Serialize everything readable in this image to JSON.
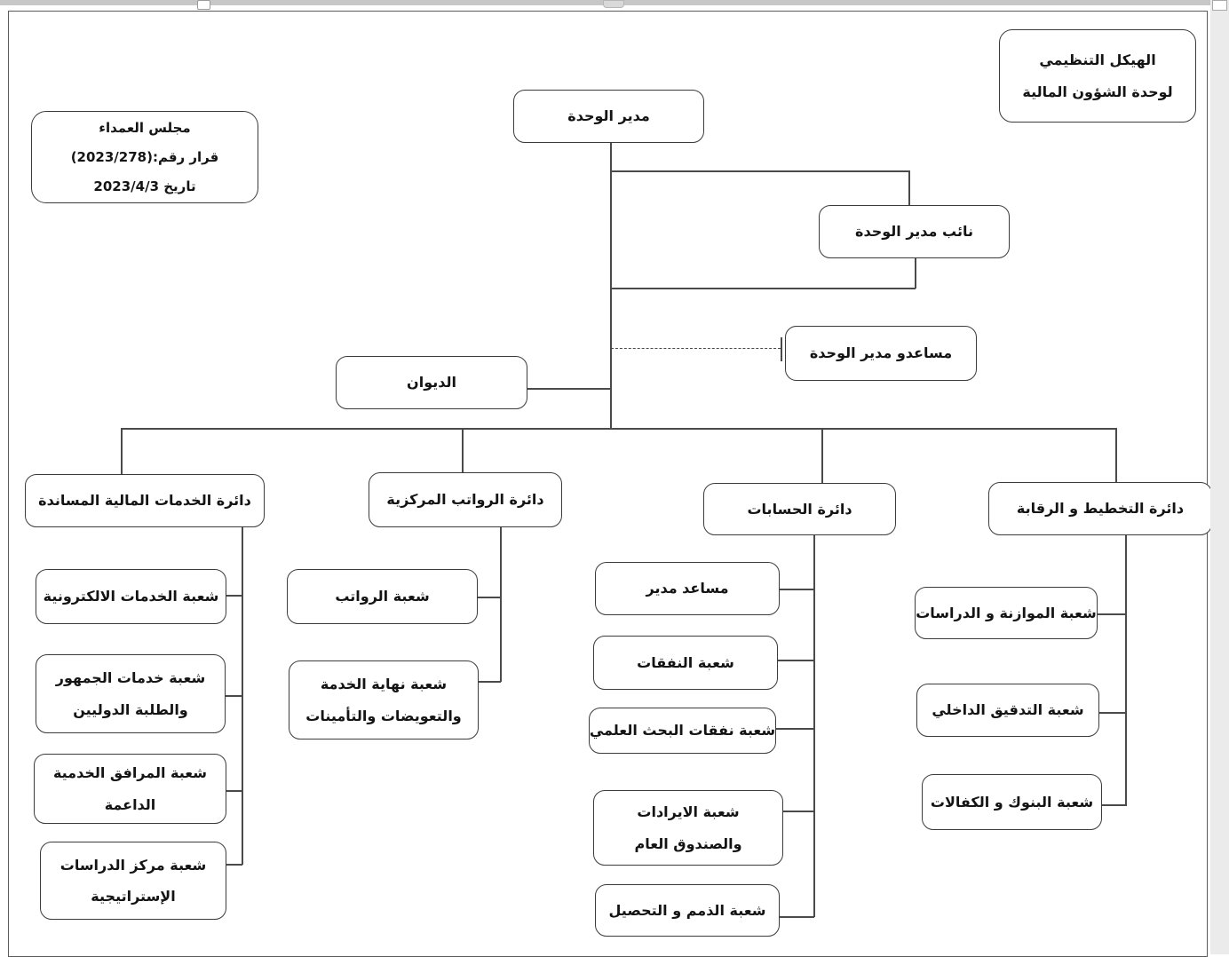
{
  "header": {
    "title_box": {
      "line1": "الهيكل التنظيمي",
      "line2": "لوحدة الشؤون المالية"
    },
    "decree_box": {
      "line1": "مجلس العمداء",
      "line2": "قرار رقم:(2023/278)",
      "line3": "تاريخ 2023/4/3"
    }
  },
  "org": {
    "manager": "مدير الوحدة",
    "deputy": "نائب مدير الوحدة",
    "assistants": "مساعدو مدير الوحدة",
    "diwan": "الديوان",
    "departments": [
      {
        "label": "دائرة الخدمات المالية المساندة",
        "children": [
          "شعبة الخدمات الالكترونية",
          "شعبة خدمات الجمهور والطلبة الدوليين",
          "شعبة المرافق الخدمية الداعمة",
          "شعبة مركز الدراسات الإستراتيجية"
        ]
      },
      {
        "label": "دائرة الرواتب المركزية",
        "children": [
          "شعبة الرواتب",
          "شعبة نهاية الخدمة والتعويضات والتأمينات"
        ]
      },
      {
        "label": "دائرة الحسابات",
        "children": [
          "مساعد مدير",
          "شعبة النفقات",
          "شعبة نفقات البحث العلمي",
          "شعبة الايرادات والصندوق العام",
          "شعبة الذمم و التحصيل"
        ]
      },
      {
        "label": "دائرة التخطيط و الرقابة",
        "children": [
          "شعبة الموازنة و الدراسات",
          "شعبة التدقيق الداخلي",
          "شعبة البنوك و الكفالات"
        ]
      }
    ]
  },
  "colors": {
    "line": "#4a4a4a",
    "box_border": "#3b3b3b",
    "box_bg": "#ffffff",
    "box_text": "#141414",
    "page_bg": "#ffffff",
    "chrome_top": "#c7c7c7",
    "scrollbar_track": "#ebebeb"
  }
}
